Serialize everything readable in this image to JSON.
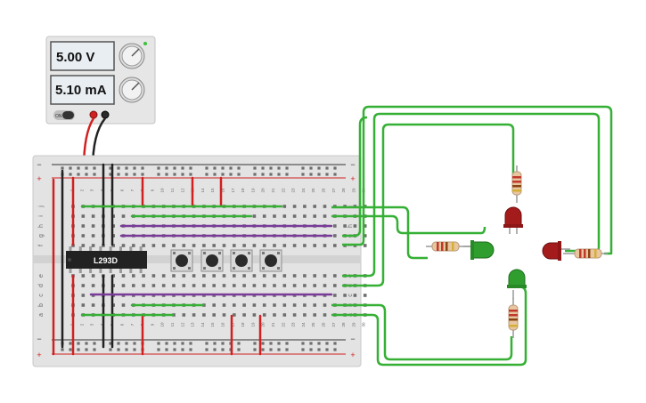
{
  "power_supply": {
    "voltage_display": "5.00 V",
    "current_display": "5.10 mA",
    "switch_label": "ON"
  },
  "breadboard": {
    "column_numbers": [
      "1",
      "2",
      "3",
      "4",
      "5",
      "6",
      "7",
      "8",
      "9",
      "10",
      "11",
      "12",
      "13",
      "14",
      "15",
      "16",
      "17",
      "18",
      "19",
      "20",
      "21",
      "22",
      "23",
      "24",
      "25",
      "26",
      "27",
      "28",
      "29",
      "30"
    ],
    "row_letters_top": [
      "j",
      "i",
      "h",
      "g",
      "f"
    ],
    "row_letters_bottom": [
      "e",
      "d",
      "c",
      "b",
      "a"
    ],
    "rail_plus": "+",
    "rail_minus": "−"
  },
  "ic": {
    "label": "L293D"
  },
  "pushbuttons": {
    "count": 4
  },
  "leds": [
    {
      "name": "led-red-top",
      "color": "#a31b1b"
    },
    {
      "name": "led-green-left",
      "color": "#2f9e2f"
    },
    {
      "name": "led-red-right",
      "color": "#a31b1b"
    },
    {
      "name": "led-green-bottom",
      "color": "#2f9e2f"
    }
  ],
  "colors": {
    "wire_green": "#35b035",
    "wire_red": "#d12020",
    "wire_black": "#222222",
    "wire_purple": "#7a3a9a",
    "breadboard_body": "#e3e3e3",
    "ic_body": "#222222",
    "lcd_background": "#e9eef2",
    "resistor_body": "#e8c6a0"
  },
  "icons": [
    "power-knob-icon",
    "lock-toggle-icon",
    "terminal-plus-icon",
    "terminal-minus-icon"
  ]
}
